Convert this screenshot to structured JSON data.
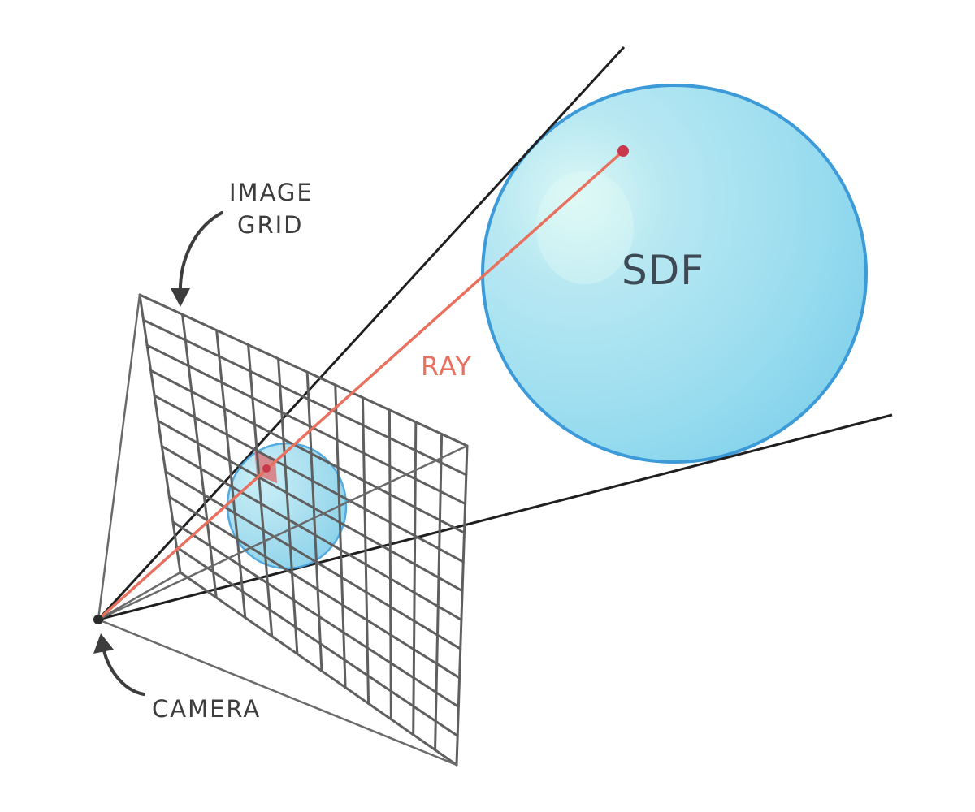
{
  "labels": {
    "image_grid_line1": "IMAGE",
    "image_grid_line2": "GRID",
    "ray": "RAY",
    "sdf": "SDF",
    "camera": "CAMERA"
  },
  "colors": {
    "sphere_fill": "#8ad6ee",
    "sphere_stroke": "#3d9ad8",
    "ray": "#e8705e",
    "ray_point": "#c8374a",
    "pixel": "#d9777a",
    "grid": "#5f5f5f",
    "frustum": "#1f1f1f",
    "text": "#3d3d3d"
  },
  "grid": {
    "rows": 11,
    "columns": 11
  }
}
